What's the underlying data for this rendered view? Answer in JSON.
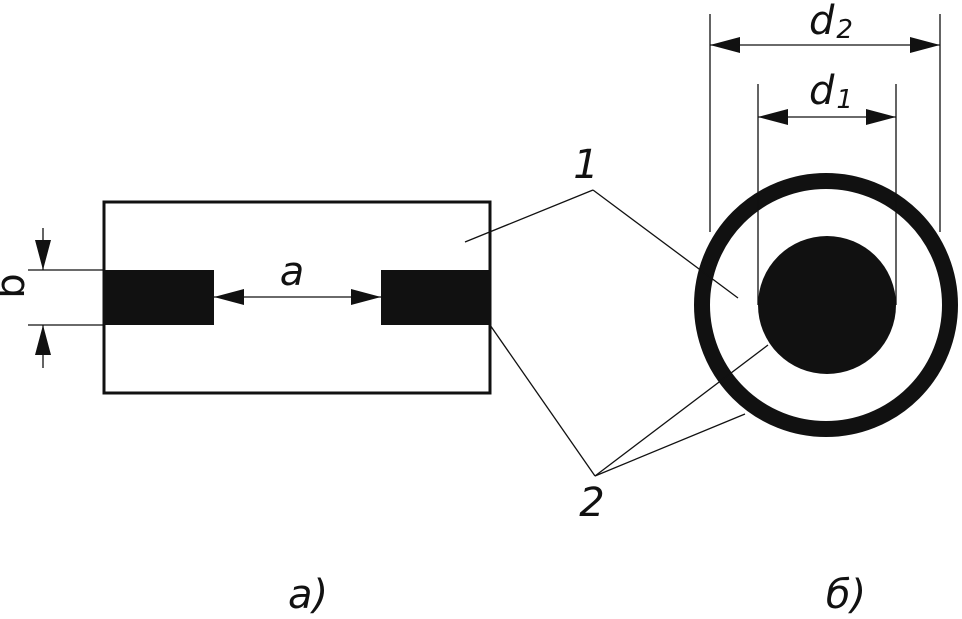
{
  "labels": {
    "a": "a",
    "b": "b",
    "d2_main": "d",
    "d2_sub": "2",
    "d1_main": "d",
    "d1_sub": "1",
    "callout_1": "1",
    "callout_2": "2",
    "caption_a": "a)",
    "caption_b": "б)"
  },
  "colors": {
    "ink": "#111111",
    "background": "#ffffff"
  }
}
